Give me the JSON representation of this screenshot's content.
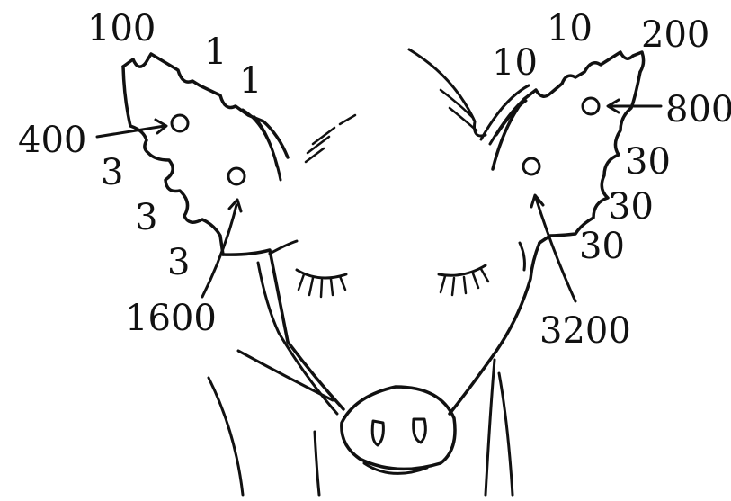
{
  "labels": {
    "l100": "100",
    "l1a": "1",
    "l1b": "1",
    "l400": "400",
    "l3a": "3",
    "l3b": "3",
    "l3c": "3",
    "l1600": "1600",
    "l10a": "10",
    "l10b": "10",
    "l200": "200",
    "l800": "800",
    "l30a": "30",
    "l30b": "30",
    "l30c": "30",
    "l3200": "3200"
  },
  "colors": {
    "ink": "#111111",
    "paper": "#ffffff"
  }
}
